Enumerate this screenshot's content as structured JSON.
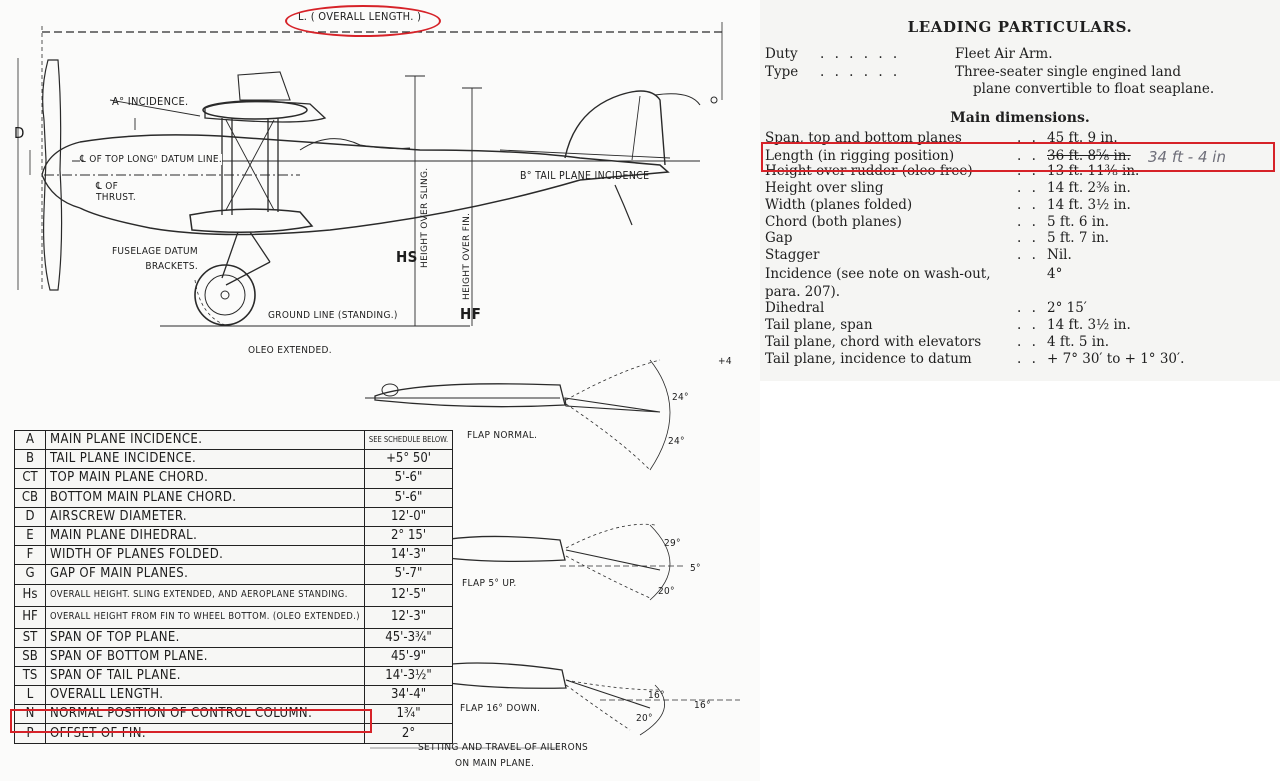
{
  "drawing": {
    "labels": {
      "overall_length": "L. ( OVERALL LENGTH. )",
      "incidence": "A° INCIDENCE.",
      "top_longn_datum": "℄ OF TOP LONGⁿ DATUM LINE.",
      "thrust": "℄ OF THRUST.",
      "tail_incidence": "B° TAIL PLANE INCIDENCE",
      "fuselage_brackets": "FUSELAGE DATUM BRACKETS.",
      "ground_line": "GROUND LINE (STANDING.)",
      "oleo": "OLEO EXTENDED.",
      "hs": "Hs",
      "hs_text": "HEIGHT OVER SLING.",
      "hf": "Hf",
      "hf_text": "HEIGHT OVER FIN.",
      "d": "D",
      "flap_normal": "FLAP NORMAL.",
      "flap_up": "FLAP 5° UP.",
      "flap_down": "FLAP 16° DOWN.",
      "setting_travel": "SETTING AND TRAVEL OF AILERONS",
      "on_main_plane": "ON MAIN PLANE.",
      "deg_24a": "24°",
      "deg_24b": "24°",
      "deg_29": "29°",
      "deg_5": "5°",
      "deg_20a": "20°",
      "deg_16a": "16°",
      "deg_16b": "16°",
      "deg_20b": "20°",
      "stray": "+4"
    },
    "schedule": {
      "header_value": "SEE SCHEDULE BELOW.",
      "rows": [
        {
          "key": "A",
          "desc": "MAIN PLANE INCIDENCE.",
          "value": "SEE SCHEDULE BELOW."
        },
        {
          "key": "B",
          "desc": "TAIL PLANE INCIDENCE.",
          "value": "+5° 50'"
        },
        {
          "key": "CT",
          "desc": "TOP MAIN PLANE CHORD.",
          "value": "5'-6\""
        },
        {
          "key": "CB",
          "desc": "BOTTOM MAIN PLANE CHORD.",
          "value": "5'-6\""
        },
        {
          "key": "D",
          "desc": "AIRSCREW DIAMETER.",
          "value": "12'-0\""
        },
        {
          "key": "E",
          "desc": "MAIN PLANE DIHEDRAL.",
          "value": "2° 15'"
        },
        {
          "key": "F",
          "desc": "WIDTH OF PLANES FOLDED.",
          "value": "14'-3\""
        },
        {
          "key": "G",
          "desc": "GAP OF MAIN PLANES.",
          "value": "5'-7\""
        },
        {
          "key": "Hs",
          "desc": "OVERALL HEIGHT. SLING EXTENDED, AND AEROPLANE STANDING.",
          "value": "12'-5\""
        },
        {
          "key": "HF",
          "desc": "OVERALL HEIGHT FROM FIN TO WHEEL BOTTOM. (OLEO EXTENDED.)",
          "value": "12'-3\""
        },
        {
          "key": "ST",
          "desc": "SPAN OF TOP PLANE.",
          "value": "45'-3¾\""
        },
        {
          "key": "SB",
          "desc": "SPAN OF BOTTOM PLANE.",
          "value": "45'-9\""
        },
        {
          "key": "TS",
          "desc": "SPAN OF TAIL PLANE.",
          "value": "14'-3½\""
        },
        {
          "key": "L",
          "desc": "OVERALL LENGTH.",
          "value": "34'-4\""
        },
        {
          "key": "N",
          "desc": "NORMAL POSITION OF CONTROL COLUMN.",
          "value": "1¾\""
        },
        {
          "key": "P",
          "desc": "OFFSET OF FIN.",
          "value": "2°"
        }
      ]
    }
  },
  "particulars": {
    "title": "LEADING PARTICULARS.",
    "duty_label": "Duty",
    "duty_value": "Fleet Air Arm.",
    "type_label": "Type",
    "type_value_1": "Three-seater single engined land",
    "type_value_2": "plane convertible to float seaplane.",
    "main_dimensions": "Main dimensions.",
    "rows": [
      {
        "label": "Span, top and bottom planes",
        "value": "45 ft. 9 in."
      },
      {
        "label": "Length (in rigging position)",
        "value": "36 ft. 8⅝ in."
      },
      {
        "label": "Height over rudder (oleo free)",
        "value": "13 ft. 11⅜ in."
      },
      {
        "label": "Height over sling",
        "value": "14 ft. 2⅜ in."
      },
      {
        "label": "Width (planes folded)",
        "value": "14 ft. 3½ in."
      },
      {
        "label": "Chord (both planes)",
        "value": "5 ft. 6 in."
      },
      {
        "label": "Gap",
        "value": "5 ft. 7 in."
      },
      {
        "label": "Stagger",
        "value": "Nil."
      },
      {
        "label": "Incidence (see note on wash-out,",
        "value": "4°"
      },
      {
        "label": "para. 207).",
        "value": ""
      },
      {
        "label": "Dihedral",
        "value": "2° 15′"
      },
      {
        "label": "Tail plane, span",
        "value": "14 ft. 3½ in."
      },
      {
        "label": "Tail plane, chord with elevators",
        "value": "4 ft. 5 in."
      },
      {
        "label": "Tail plane, incidence to datum",
        "value": "+ 7° 30′ to + 1° 30′."
      }
    ],
    "handwritten": "34 ft - 4 in",
    "dots": ". .",
    "dots3": ". .   . .   . ."
  },
  "colors": {
    "highlight": "#d62228"
  }
}
